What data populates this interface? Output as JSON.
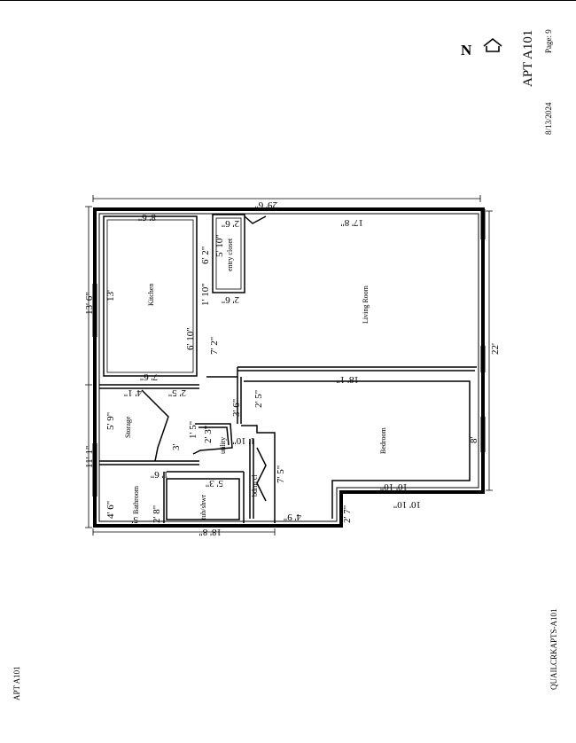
{
  "header": {
    "unit_title": "APT A101",
    "page": "Page: 9",
    "date": "8/13/2024",
    "compass_letter": "N",
    "compass_icon": "north-arrow-icon"
  },
  "footer": {
    "file_name": "QUAILCRKAPTS-A101",
    "corner_label": "APT A101"
  },
  "rooms": {
    "kitchen": "Kitchen",
    "entry_closet": "entry closet",
    "living_room": "Living Room",
    "storage": "Storage",
    "utility": "utility",
    "bathroom": "Bathroom",
    "tub": "tub/shwr",
    "bdrm_cl": "bdrm cl",
    "bedroom": "Bedroom"
  },
  "dimensions": {
    "overall_width": "29' 6\"",
    "right_depth": "22'",
    "left_upper": "13' 6\"",
    "left_lower": "11' 1\"",
    "bottom_left": "18' 8\"",
    "kitchen_top": "8' 6\"",
    "kitchen_side": "13'",
    "kitchen_bottom": "7' 6\"",
    "kitchen_inner": "6' 10\"",
    "kitchen_outer": "7' 2\"",
    "closet_top": "2' 6\"",
    "closet_len": "5' 10\"",
    "closet_inner": "6' 2\"",
    "closet_bottom": "2' 6\"",
    "living_top": "17' 8\"",
    "living_bottom": "18' 1\"",
    "storage_top": "4' 1\"",
    "storage_mid": "2' 5\"",
    "storage_side": "5' 9\"",
    "hall_a": "3' 6\"",
    "hall_b": "2' 5\"",
    "utility_a": "2' 3\"",
    "utility_b": "1' 5\"",
    "utility_c": "3'",
    "utility_d": "1' 10\"",
    "bath_side": "4' 6\"",
    "bath_a": "2' 8\"",
    "bath_b": "5' 3\"",
    "bath_c": "5'",
    "bath_d": "1' 6\"",
    "cl_len": "7' 5\"",
    "cl_bottom": "4' 9\"",
    "bedroom_top": "10' 10\"",
    "bedroom_bottom": "10' 10\"",
    "bedroom_side": "8'",
    "notch": "2' 7\"",
    "hall_c": "1' 10\""
  }
}
